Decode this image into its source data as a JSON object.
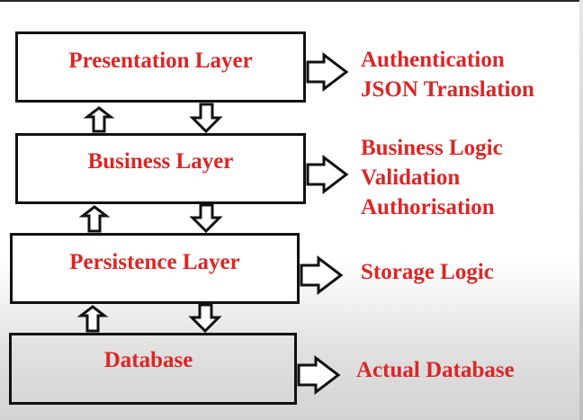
{
  "layers": [
    {
      "label": "Presentation Layer",
      "responsibilities": [
        "Authentication",
        "JSON Translation"
      ]
    },
    {
      "label": "Business Layer",
      "responsibilities": [
        "Business Logic",
        "Validation",
        "Authorisation"
      ]
    },
    {
      "label": "Persistence Layer",
      "responsibilities": [
        "Storage Logic"
      ]
    },
    {
      "label": "Database",
      "responsibilities": [
        "Actual Database"
      ]
    }
  ],
  "colors": {
    "text": "#dc2626",
    "border": "#111111",
    "arrow_fill": "#ffffff"
  },
  "icons": {
    "right_arrow": "hollow-right-arrow-icon",
    "up_arrow": "hollow-up-arrow-icon",
    "down_arrow": "hollow-down-arrow-icon"
  }
}
